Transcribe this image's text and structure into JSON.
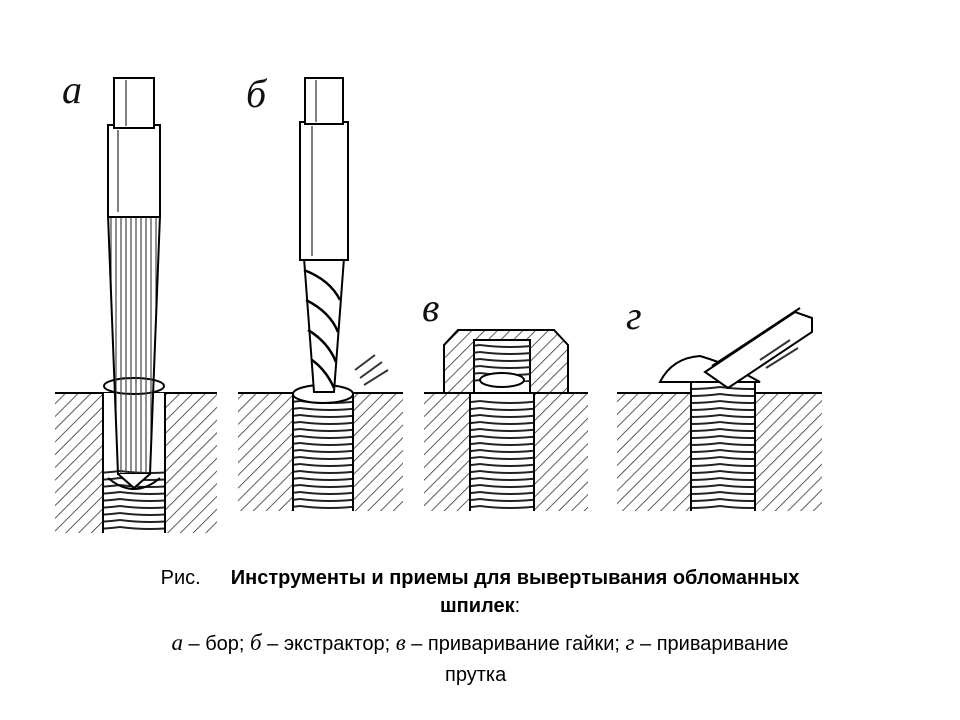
{
  "panel_labels": {
    "a": "а",
    "b": "б",
    "c": "в",
    "d": "г"
  },
  "caption": {
    "prefix": "Рис.",
    "title_line1": "Инструменты и приемы для вывертывания обломанных",
    "title_line2": "шпилек",
    "colon": ":"
  },
  "legend": {
    "a_letter": "а",
    "a_text": " – бор; ",
    "b_letter": "б",
    "b_text": " – экстрактор; ",
    "c_letter": "в",
    "c_text": " – приваривание гайки; ",
    "d_letter": "г",
    "d_text": " – приваривание",
    "line2": "прутка"
  }
}
